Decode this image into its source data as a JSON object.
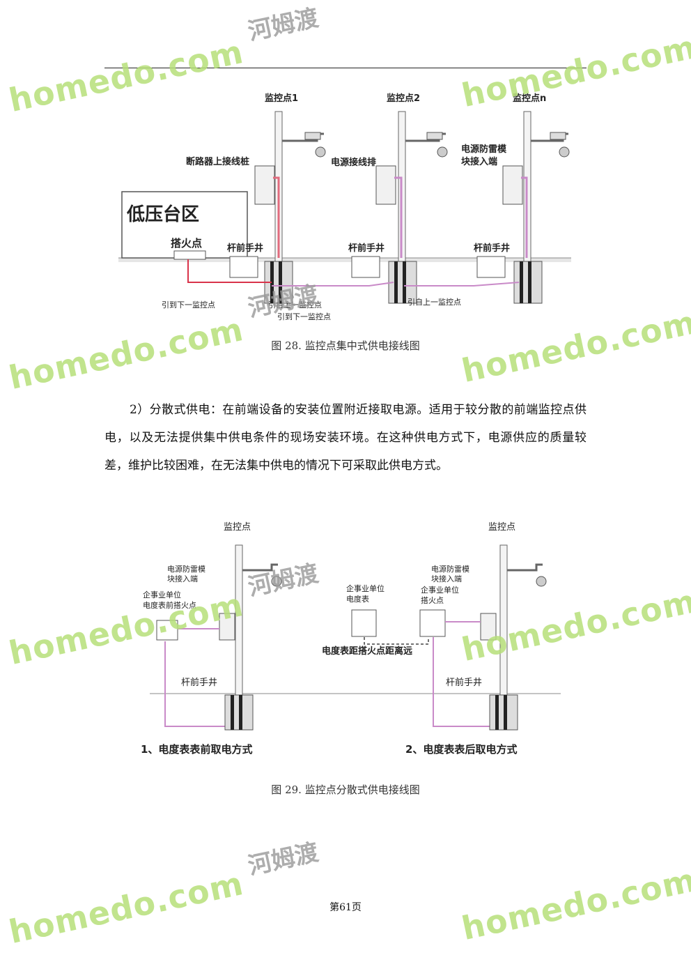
{
  "figure28": {
    "pole_labels": [
      "监控点1",
      "监控点2",
      "监控点n"
    ],
    "breaker_label": "断路器上接线桩",
    "power_bar_label": "电源接线排",
    "surge_label_line1": "电源防雷模",
    "surge_label_line2": "块接入端",
    "transformer_label": "低压台区",
    "tap_label": "搭火点",
    "well_label": "杆前手井",
    "lead_next_label": "引到下一监控点",
    "from_prev_label": "引自上一监控点",
    "caption": "图 28.  监控点集中式供电接线图"
  },
  "paragraph": {
    "text": "2）分散式供电：在前端设备的安装位置附近接取电源。适用于较分散的前端监控点供电，以及无法提供集中供电条件的现场安装环境。在这种供电方式下，电源供应的质量较差，维护比较困难，在无法集中供电的情况下可采取此供电方式。"
  },
  "figure29": {
    "pole_label": "监控点",
    "surge_label_line1": "电源防雷模",
    "surge_label_line2": "块接入端",
    "meter_front_line1": "企事业单位",
    "meter_front_line2": "电度表前搭火点",
    "meter_unit_line1": "企事业单位",
    "meter_unit_line2": "电度表",
    "tap_unit_line1": "企事业单位",
    "tap_unit_line2": "搭火点",
    "distance_label": "电度表距搭火点距离远",
    "well_label": "杆前手井",
    "method1": "1、电度表表前取电方式",
    "method2": "2、电度表表后取电方式",
    "caption": "图 29.  监控点分散式供电接线图"
  },
  "footer": {
    "page": "第61页"
  },
  "watermark": {
    "brand": "homedo.com",
    "cn": "河姆渡"
  },
  "colors": {
    "cable_red": "#d9334a",
    "cable_pink": "#c98ac8",
    "watermark_green": "#b7e07a",
    "watermark_blue": "#5fc3e6"
  }
}
